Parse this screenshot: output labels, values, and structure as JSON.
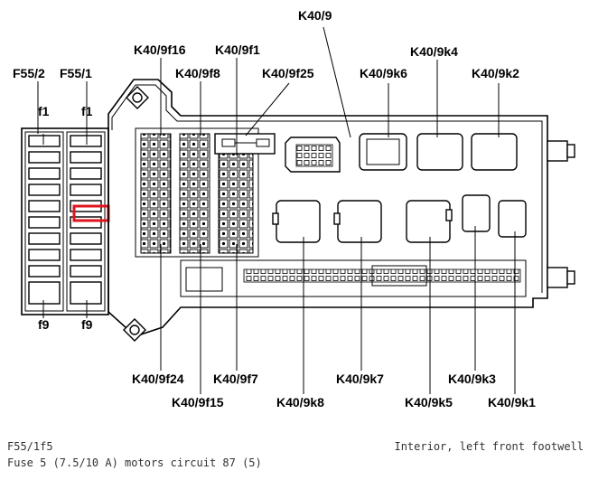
{
  "labels": {
    "k40_9": "K40/9",
    "k40_9f16": "K40/9f16",
    "k40_9f1": "K40/9f1",
    "k40_9k4": "K40/9k4",
    "f55_2": "F55/2",
    "f55_1": "F55/1",
    "k40_9f8": "K40/9f8",
    "k40_9f25": "K40/9f25",
    "k40_9k6": "K40/9k6",
    "k40_9k2": "K40/9k2",
    "f1_left": "f1",
    "f1_right": "f1",
    "f9_left": "f9",
    "f9_right": "f9",
    "k40_9f24": "K40/9f24",
    "k40_9f7": "K40/9f7",
    "k40_9k7": "K40/9k7",
    "k40_9k3": "K40/9k3",
    "k40_9f15": "K40/9f15",
    "k40_9k8": "K40/9k8",
    "k40_9k5": "K40/9k5",
    "k40_9k1": "K40/9k1"
  },
  "caption": {
    "code": "F55/1f5",
    "description": "Fuse 5 (7.5/10 A) motors circuit 87 (5)",
    "location": "Interior, left front footwell"
  },
  "colors": {
    "highlight": "#e0141e",
    "line": "#000000",
    "caption_text": "#333333"
  },
  "highlighted_fuse": "F55/1f5"
}
